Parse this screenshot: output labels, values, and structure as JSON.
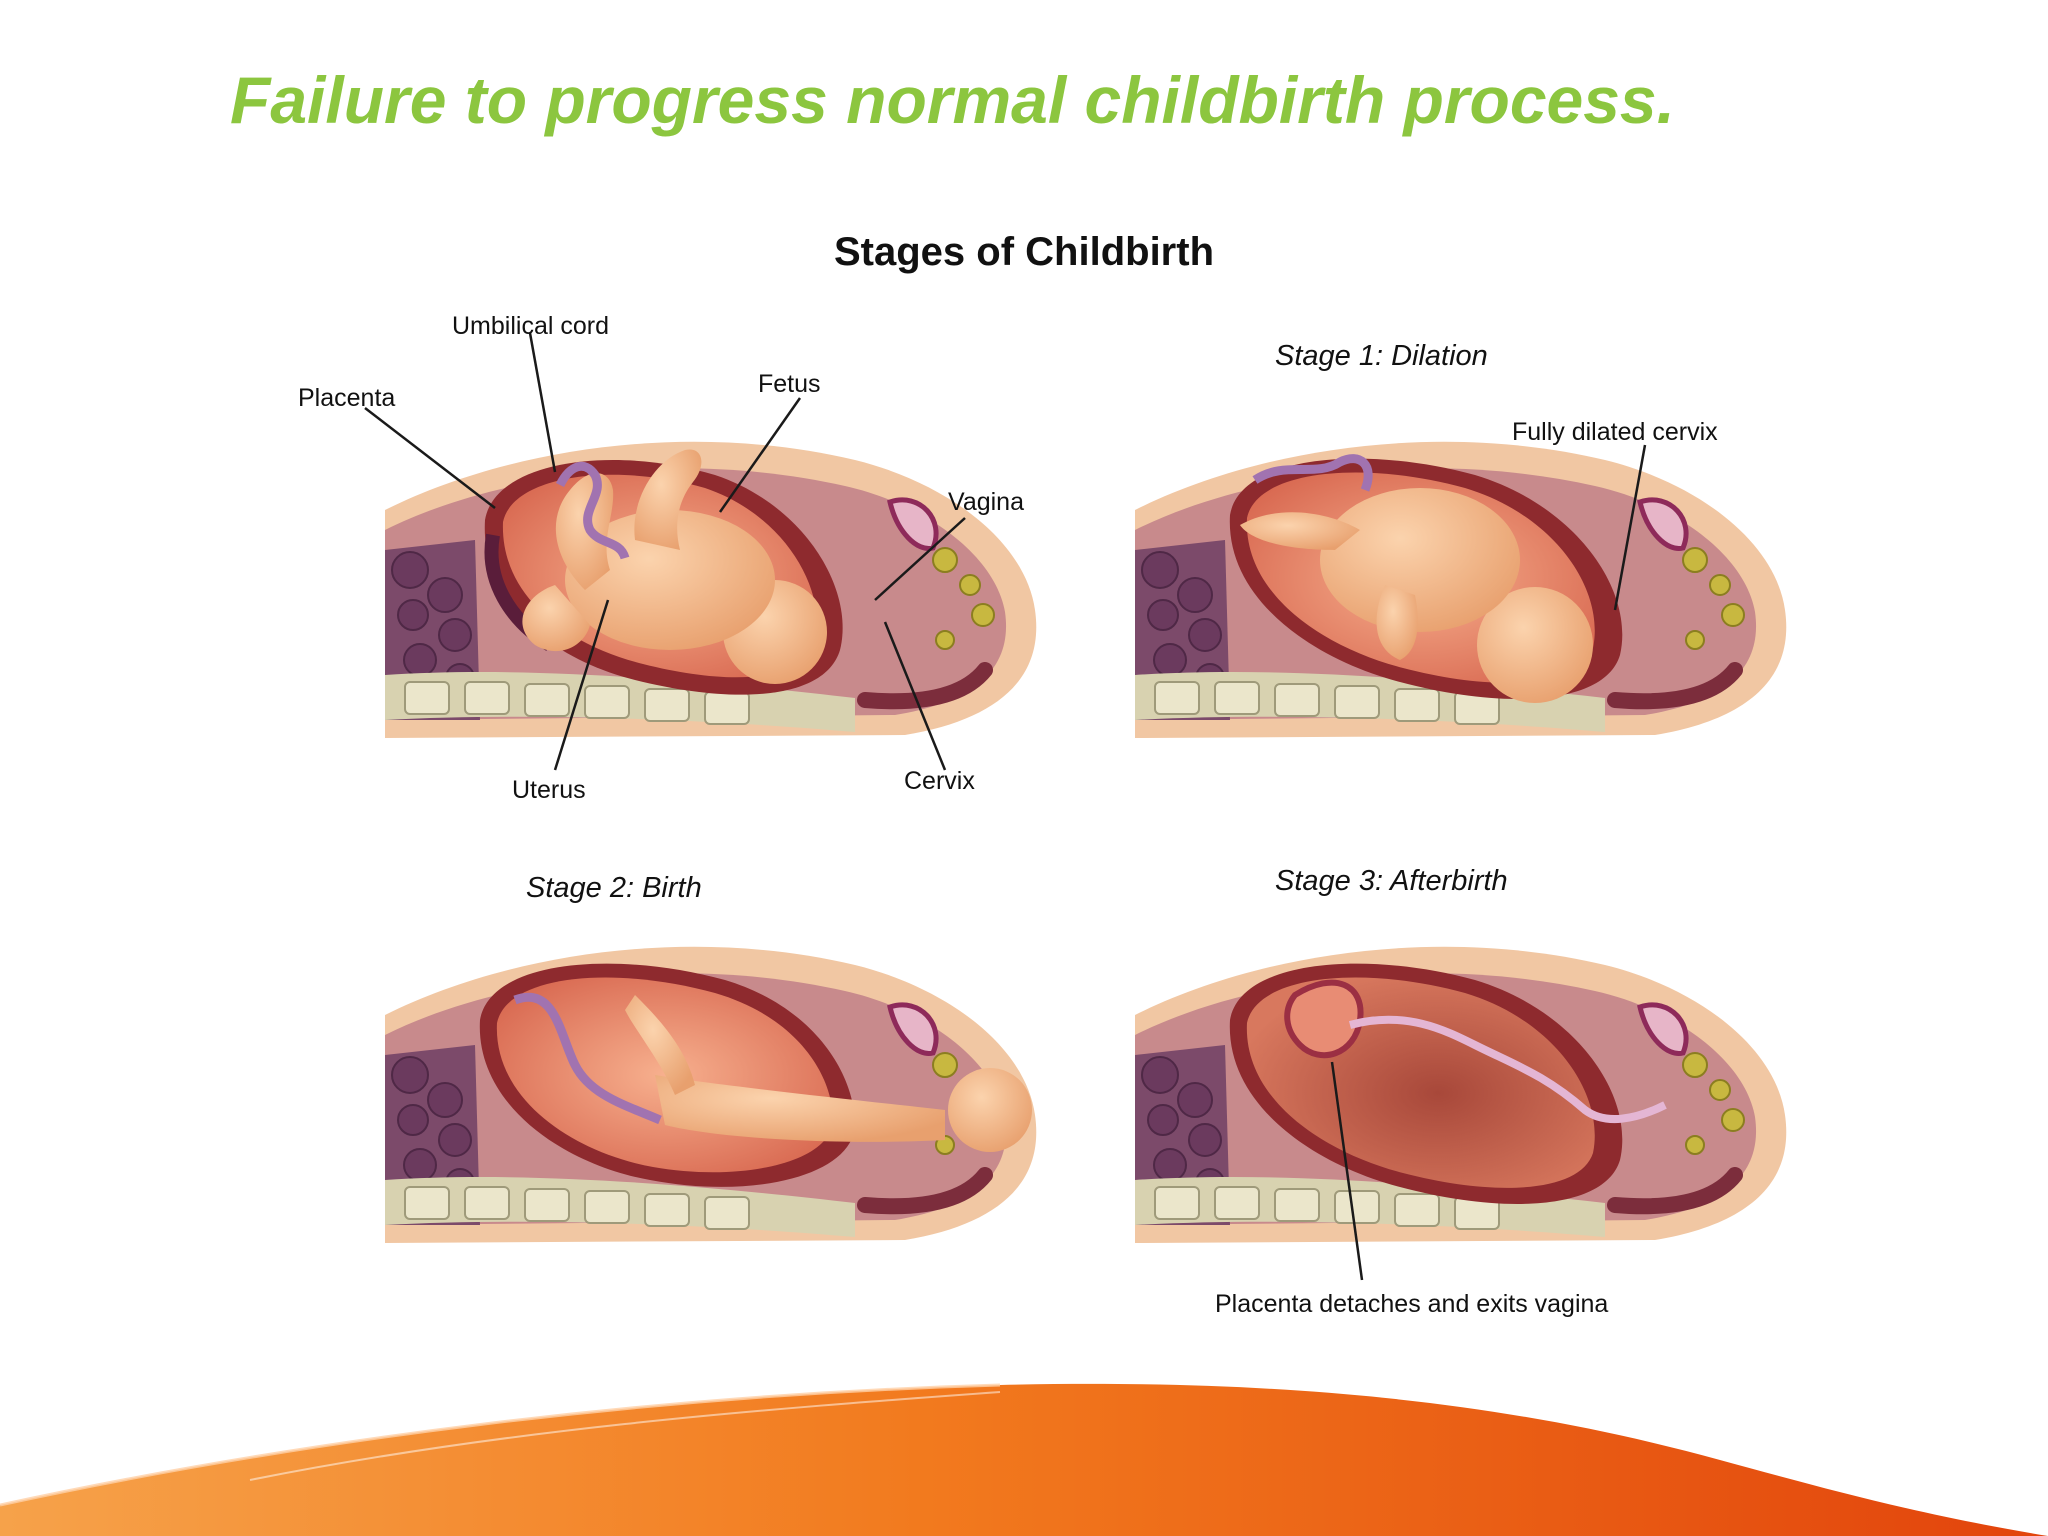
{
  "slide": {
    "title": "Failure to progress normal childbirth process."
  },
  "figure": {
    "title": "Stages of Childbirth",
    "labels": {
      "umbilical_cord": "Umbilical cord",
      "placenta": "Placenta",
      "fetus": "Fetus",
      "vagina": "Vagina",
      "uterus": "Uterus",
      "cervix": "Cervix",
      "fully_dilated_cervix": "Fully dilated cervix",
      "placenta_detaches": "Placenta detaches and exits vagina"
    },
    "stages": {
      "stage1": "Stage 1: Dilation",
      "stage2": "Stage 2: Birth",
      "stage3": "Stage 3: Afterbirth"
    }
  },
  "colors": {
    "title_green": "#8cc63f",
    "orange_band": "#f05a14",
    "uterus_wall": "#8e2a2e",
    "fetus_skin": "#f2b98a"
  }
}
